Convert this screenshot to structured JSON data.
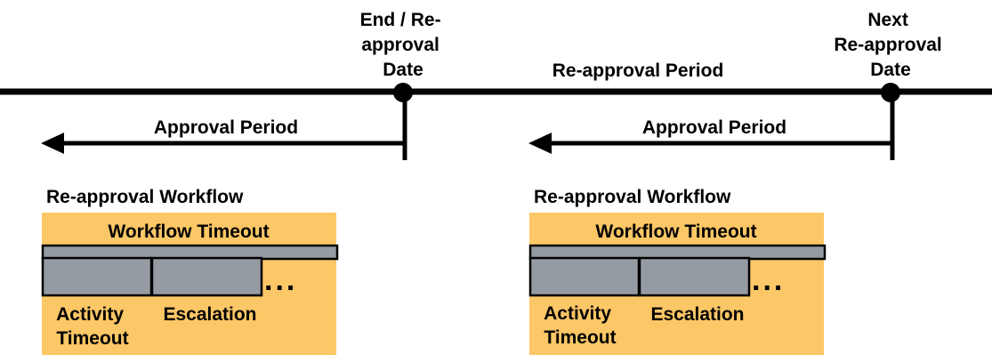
{
  "timeline": {
    "end_date_label": [
      "End / Re-",
      "approval",
      "Date"
    ],
    "next_date_label": [
      "Next",
      "Re-approval",
      "Date"
    ],
    "reapproval_period_label": "Re-approval Period"
  },
  "periods": [
    {
      "approval_period_label": "Approval Period"
    },
    {
      "approval_period_label": "Approval Period"
    }
  ],
  "workflows": [
    {
      "title": "Re-approval Workflow",
      "timeout_label": "Workflow Timeout",
      "activity_timeout_label": [
        "Activity",
        "Timeout"
      ],
      "escalation_label": "Escalation",
      "ellipsis": "..."
    },
    {
      "title": "Re-approval Workflow",
      "timeout_label": "Workflow Timeout",
      "activity_timeout_label": [
        "Activity",
        "Timeout"
      ],
      "escalation_label": "Escalation",
      "ellipsis": "..."
    }
  ],
  "colors": {
    "workflow_fill": "#fcc766",
    "bar_fill": "#959ba3",
    "line": "#000000"
  }
}
